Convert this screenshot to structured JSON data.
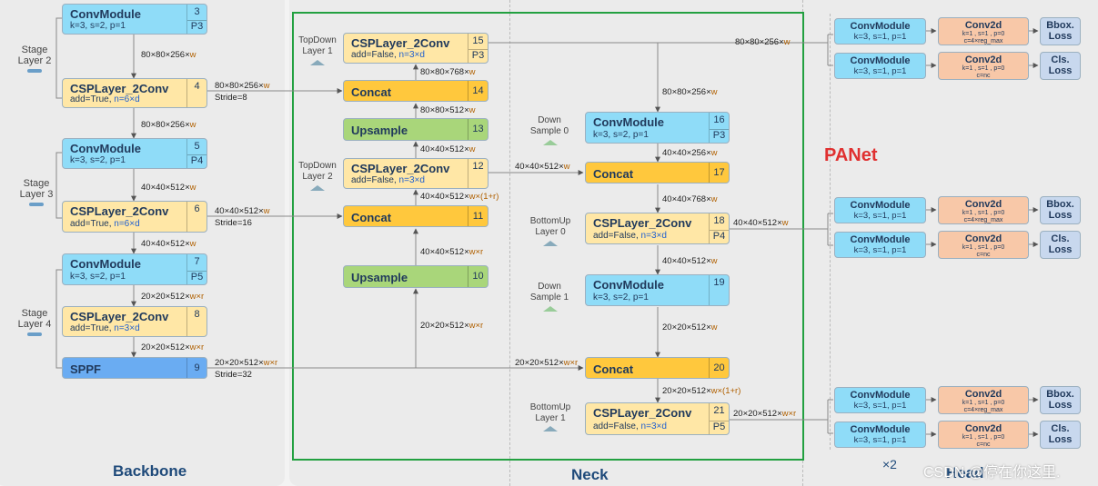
{
  "sections": {
    "backbone": "Backbone",
    "neck": "Neck",
    "head": "Head",
    "panet": "PANet",
    "times2": "×2"
  },
  "watermark": "CSDN @停在你这里.",
  "stages": {
    "stage2": "Stage\nLayer 2",
    "stage3": "Stage\nLayer 3",
    "stage4": "Stage\nLayer 4"
  },
  "backbone": [
    {
      "title": "ConvModule",
      "sub": "k=3, s=2, p=1",
      "num": "3",
      "p": "P3"
    },
    {
      "title": "CSPLayer_2Conv",
      "sub": "add=True, ",
      "hl": "n=6×d",
      "num": "4"
    },
    {
      "title": "ConvModule",
      "sub": "k=3, s=2, p=1",
      "num": "5",
      "p": "P4"
    },
    {
      "title": "CSPLayer_2Conv",
      "sub": "add=True, ",
      "hl": "n=6×d",
      "num": "6"
    },
    {
      "title": "ConvModule",
      "sub": "k=3, s=2, p=1",
      "num": "7",
      "p": "P5"
    },
    {
      "title": "CSPLayer_2Conv",
      "sub": "add=True, ",
      "hl": "n=3×d",
      "num": "8"
    },
    {
      "title": "SPPF",
      "num": "9"
    }
  ],
  "backbone_labels": [
    "80×80×256×",
    "80×80×256×",
    "40×40×512×",
    "40×40×512×",
    "20×20×512×",
    "20×20×512×"
  ],
  "bb_out": [
    {
      "shape": "80×80×256×",
      "stride": "Stride=8"
    },
    {
      "shape": "40×40×512×",
      "stride": "Stride=16"
    },
    {
      "shape": "20×20×512×",
      "stride": "Stride=32"
    }
  ],
  "neck_left": [
    {
      "title": "CSPLayer_2Conv",
      "sub": "add=False, ",
      "hl": "n=3×d",
      "num": "15",
      "p": "P3"
    },
    {
      "title": "Concat",
      "num": "14"
    },
    {
      "title": "Upsample",
      "num": "13"
    },
    {
      "title": "CSPLayer_2Conv",
      "sub": "add=False, ",
      "hl": "n=3×d",
      "num": "12"
    },
    {
      "title": "Concat",
      "num": "11"
    },
    {
      "title": "Upsample",
      "num": "10"
    }
  ],
  "neck_right": [
    {
      "title": "ConvModule",
      "sub": "k=3, s=2, p=1",
      "num": "16",
      "p": "P3"
    },
    {
      "title": "Concat",
      "num": "17"
    },
    {
      "title": "CSPLayer_2Conv",
      "sub": "add=False, ",
      "hl": "n=3×d",
      "num": "18",
      "p": "P4"
    },
    {
      "title": "ConvModule",
      "sub": "k=3, s=2, p=1",
      "num": "19"
    },
    {
      "title": "Concat",
      "num": "20"
    },
    {
      "title": "CSPLayer_2Conv",
      "sub": "add=False, ",
      "hl": "n=3×d",
      "num": "21",
      "p": "P5"
    }
  ],
  "neck_side": {
    "td1": "TopDown\nLayer 1",
    "td2": "TopDown\nLayer 2",
    "ds0": "Down\nSample 0",
    "bu0": "BottomUp\nLayer 0",
    "ds1": "Down\nSample 1",
    "bu1": "BottomUp\nLayer 1"
  },
  "neck_labels": {
    "l15": "80×80×256×",
    "l14a": "80×80×768×",
    "l14b": "80×80×512×",
    "l13": "40×40×512×",
    "l12in": "40×40×512×",
    "l11": "40×40×512×",
    "l11b": "40×40×512×",
    "l10": "20×20×512×",
    "l16": "80×80×256×",
    "l17": "40×40×256×",
    "l17b": "40×40×768×",
    "l18": "40×40×512×",
    "l19": "20×20×512×",
    "l20a": "20×20×512×",
    "l20b": "20×20×512×",
    "l21": "20×20×512×"
  },
  "head": {
    "conv_t": "ConvModule",
    "conv_s": "k=3, s=1, p=1",
    "c2d_t": "Conv2d",
    "c2d_s": "k=1 , s=1 , p=0",
    "c2d_box": "c=4×reg_max",
    "c2d_cls": "c=nc",
    "bbox": "Bbox.\nLoss",
    "cls": "Cls.\nLoss"
  },
  "w": "w",
  "wr": "w×r",
  "w1r": "w×(1+r)"
}
